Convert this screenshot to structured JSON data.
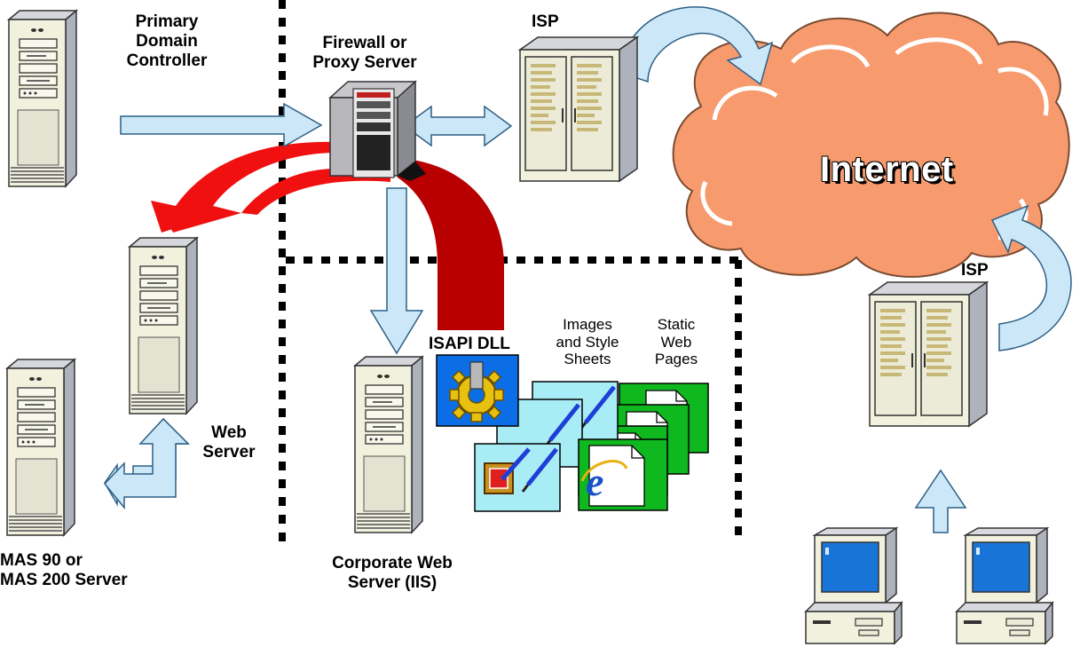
{
  "labels": {
    "primary_domain_controller": [
      "Primary",
      "Domain",
      "Controller"
    ],
    "firewall": [
      "Firewall or",
      "Proxy Server"
    ],
    "isp_top": "ISP",
    "isp_right": "ISP",
    "internet": "Internet",
    "web_server": [
      "Web",
      "Server"
    ],
    "mas_server": [
      "MAS 90 or",
      "MAS 200 Server"
    ],
    "corporate_web_server": [
      "Corporate Web",
      "Server (IIS)"
    ],
    "isapi_dll": "ISAPI DLL",
    "images_style_sheets": [
      "Images",
      "and Style",
      "Sheets"
    ],
    "static_web_pages": [
      "Static",
      "Web",
      "Pages"
    ]
  },
  "colors": {
    "arrow_fill": "#cce8f8",
    "arrow_stroke": "#2d5f86",
    "red_arrow": "#f01010",
    "dark_red_arrow": "#b80000",
    "cloud_fill": "#f79b6f",
    "cloud_stroke": "#7a4a30",
    "server_face": "#f2f1de",
    "server_side": "#b8bcc6",
    "icon_cyan": "#a8ecf6",
    "icon_green": "#10b820",
    "isapi_blue": "#0c6ee6",
    "gear_yellow": "#e8c010",
    "monitor_screen": "#1874d6"
  },
  "icons": [
    "server-tower",
    "isp-cabinet",
    "firewall-server",
    "cloud",
    "gear-icon",
    "pencil-icon",
    "ie-logo-icon",
    "document-icon",
    "desktop-computer"
  ]
}
